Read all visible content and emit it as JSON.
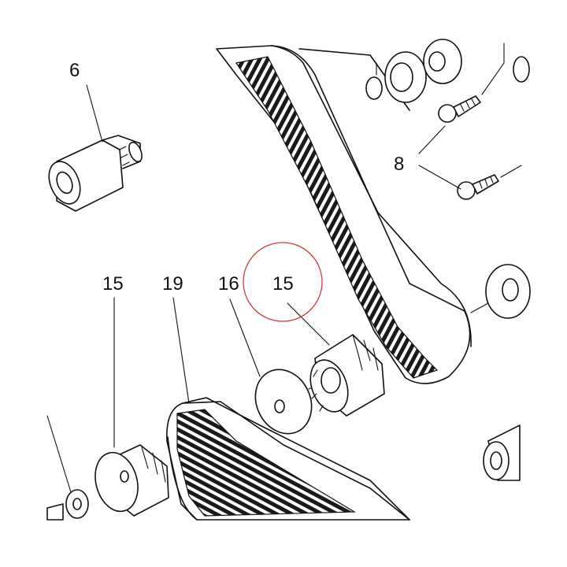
{
  "diagram": {
    "callouts": {
      "part_6": "6",
      "part_8": "8",
      "part_15_left": "15",
      "part_19": "19",
      "part_16": "16",
      "part_15_highlighted": "15"
    },
    "highlight_color": "#d23b3b",
    "line_color": "#111111"
  }
}
